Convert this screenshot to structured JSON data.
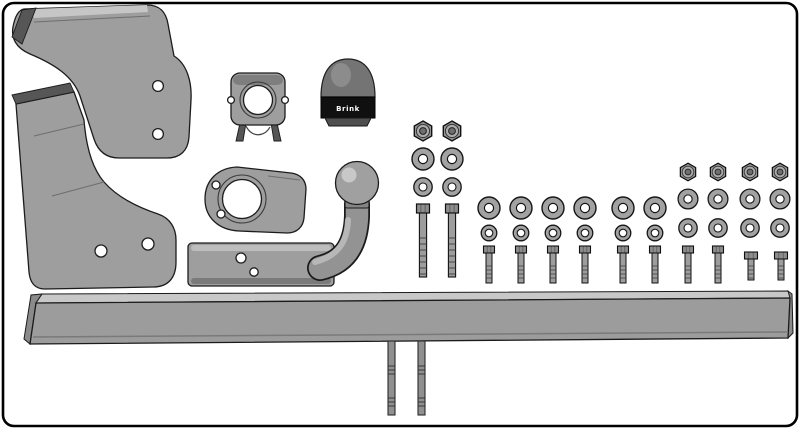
{
  "diagram": {
    "label": "towbar-assembly-parts-diagram",
    "background": "#ffffff",
    "border_color": "#000000"
  },
  "cap": {
    "logo_text": "Brink",
    "band_color": "#101010",
    "text_color": "#ffffff"
  },
  "colors": {
    "part_fill": "#9e9e9e",
    "part_fill_light": "#c6c6c6",
    "part_fill_dark": "#565656",
    "outline": "#1c1c1c",
    "hole_fill": "#ffffff"
  },
  "parts": [
    {
      "name": "upper-side-bracket",
      "quantity": 1
    },
    {
      "name": "lower-side-bracket",
      "quantity": 1
    },
    {
      "name": "socket-mounting-plate",
      "quantity": 1
    },
    {
      "name": "towball-cover-cap",
      "quantity": 1
    },
    {
      "name": "flange-adapter-plate",
      "quantity": 1
    },
    {
      "name": "swan-neck-towball-with-base-plate",
      "quantity": 1
    },
    {
      "name": "cross-member-beam",
      "quantity": 1
    },
    {
      "name": "threaded-support-rod",
      "quantity": 2
    },
    {
      "name": "hex-nut-large",
      "quantity": 2
    },
    {
      "name": "hex-nut-small",
      "quantity": 4
    },
    {
      "name": "flat-washer-left-set",
      "quantity": 4
    },
    {
      "name": "flat-washer-large",
      "quantity": 6
    },
    {
      "name": "spring-washer-small",
      "quantity": 6
    },
    {
      "name": "flat-washer-right-set",
      "quantity": 8
    },
    {
      "name": "bolt-long",
      "quantity": 2
    },
    {
      "name": "bolt-medium",
      "quantity": 8
    },
    {
      "name": "bolt-short",
      "quantity": 2
    }
  ]
}
